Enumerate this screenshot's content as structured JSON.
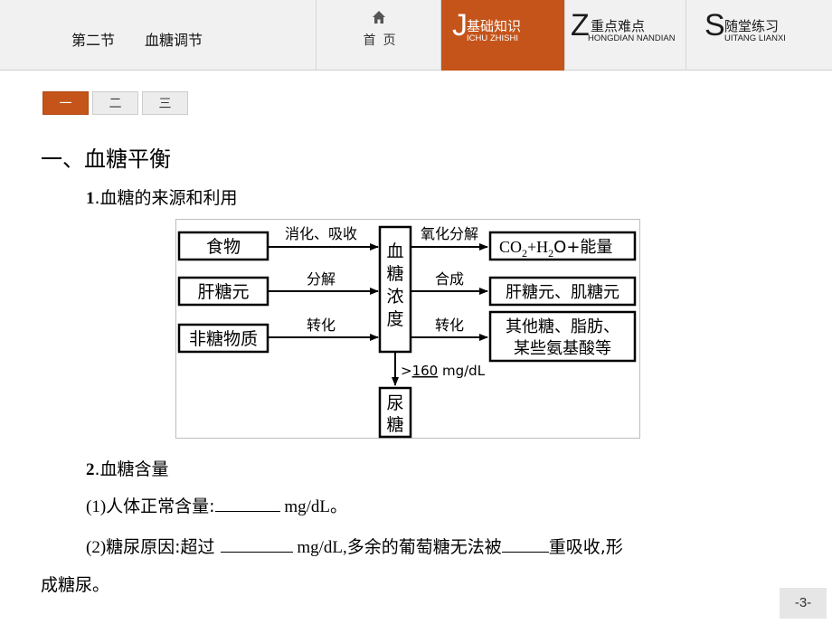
{
  "header": {
    "chapter": "第二节",
    "section_title": "血糖调节",
    "home_label": "首页",
    "tabs": [
      {
        "letter": "J",
        "label": "基础知识",
        "pinyin": "ICHU ZHISHI"
      },
      {
        "letter": "Z",
        "label": "重点难点",
        "pinyin": "HONGDIAN NANDIAN"
      },
      {
        "letter": "S",
        "label": "随堂练习",
        "pinyin": "UITANG LIANXI"
      }
    ]
  },
  "section_nav": [
    "一",
    "二",
    "三"
  ],
  "heading": "一、血糖平衡",
  "sub1": {
    "num": "1",
    "text": ".血糖的来源和利用"
  },
  "diagram": {
    "sources": [
      "食物",
      "肝糖元",
      "非糖物质"
    ],
    "in_arrows": [
      "消化、吸收",
      "分解",
      "转化"
    ],
    "center": [
      "血",
      "糖",
      "浓",
      "度"
    ],
    "out_arrows": [
      "氧化分解",
      "合成",
      "转化"
    ],
    "outputs": [
      [
        "CO",
        "2",
        "+H",
        "2",
        "O+能量"
      ],
      [
        "肝糖元、肌糖元"
      ],
      [
        "其他糖、脂肪、",
        "某些氨基酸等"
      ]
    ],
    "down_label": [
      ">",
      "160",
      " mg/dL"
    ],
    "urine": [
      "尿",
      "糖"
    ]
  },
  "sub2": {
    "num": "2",
    "text": ".血糖含量"
  },
  "lines": {
    "l1_prefix": "(1)",
    "l1_text": "人体正常含量:",
    "l1_unit": " mg/dL。",
    "l2_prefix": "(2)",
    "l2_text": "糖尿原因:超过 ",
    "l2_unit": " mg/dL,",
    "l2_mid": "多余的葡萄糖无法被",
    "l2_end": "重吸收,形",
    "l3": "成糖尿。"
  },
  "page_number": "-3-",
  "colors": {
    "accent": "#c5541a",
    "nav_bg": "#f1f1f1"
  }
}
